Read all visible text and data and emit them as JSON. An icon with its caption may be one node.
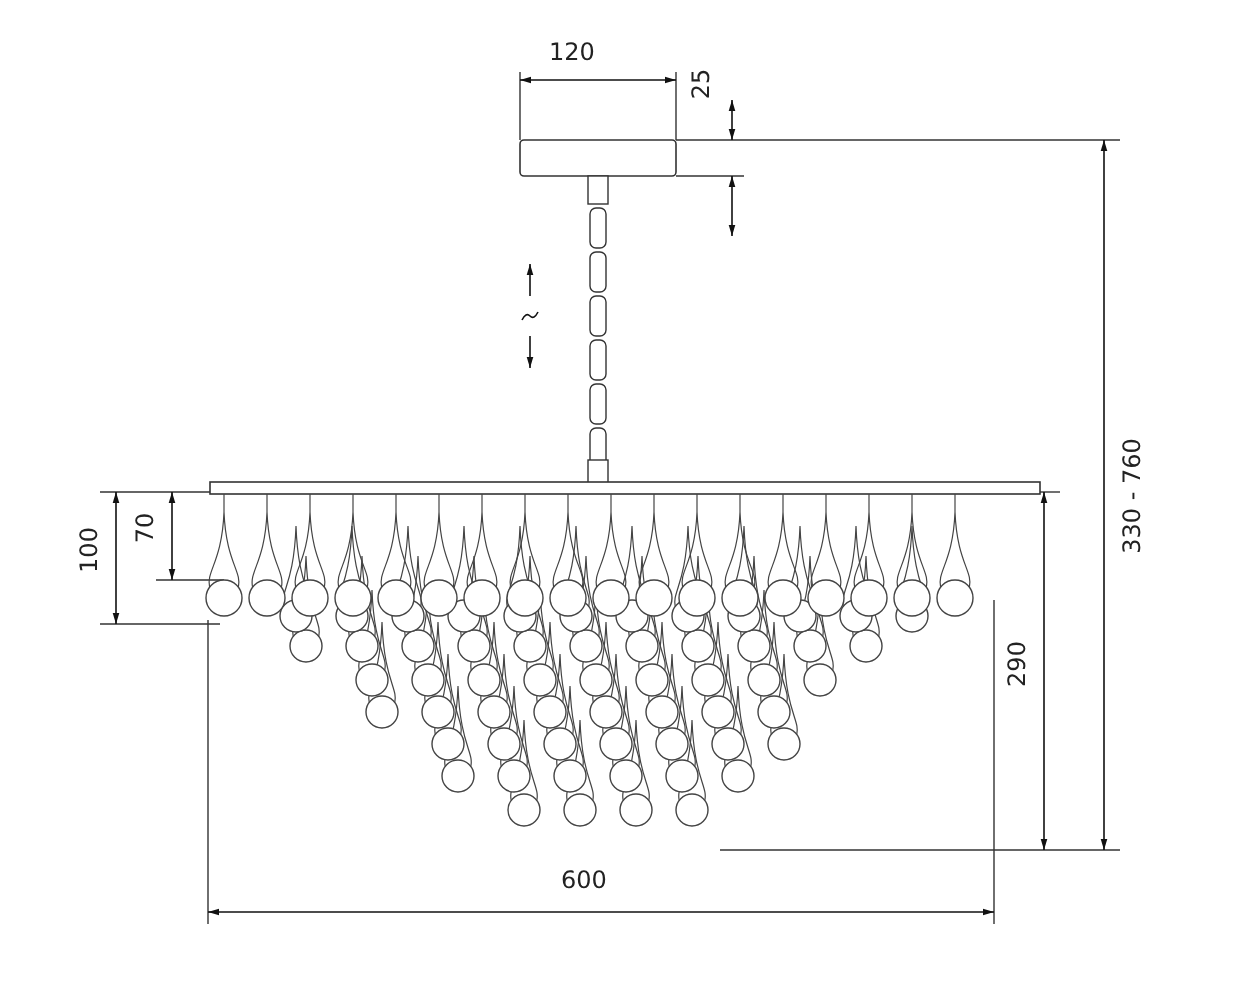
{
  "diagram": {
    "labels": [
      "120",
      "25",
      "330 - 760",
      "100",
      "70",
      "290",
      "600"
    ]
  }
}
